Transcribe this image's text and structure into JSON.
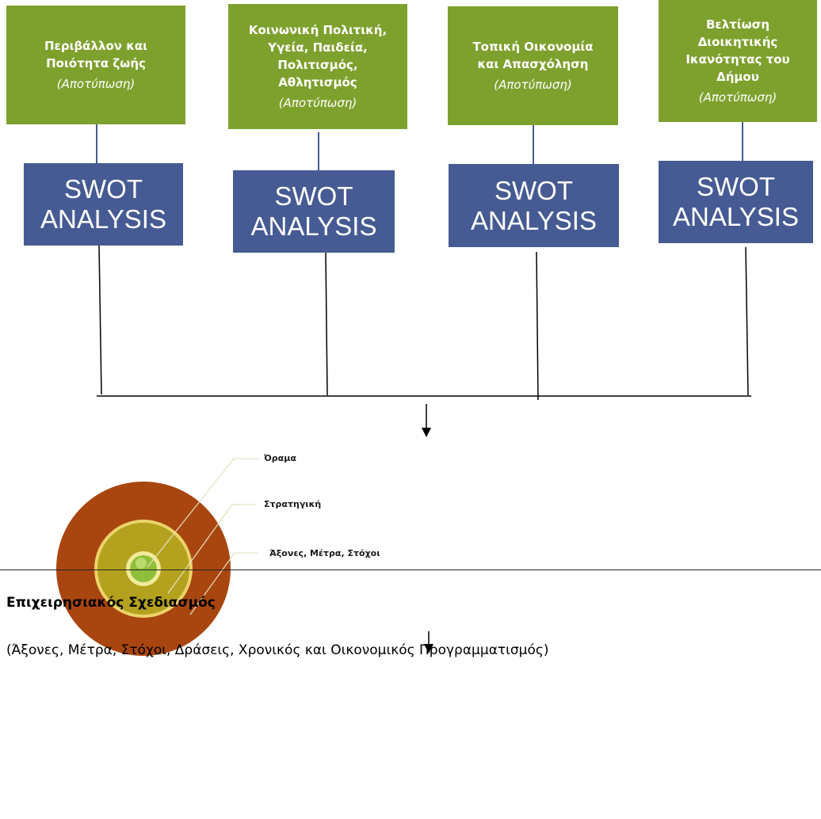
{
  "pillars": [
    {
      "title": "Περιβάλλον και\nΠοιότητα ζωής",
      "subtitle": "(Αποτύπωση)"
    },
    {
      "title": "Κοινωνική  Πολιτική,\nΥγεία, Παιδεία,\nΠολιτισμός,\nΑθλητισμός",
      "subtitle": "(Αποτύπωση)"
    },
    {
      "title": "Τοπική Οικονομία\nκαι Απασχόληση",
      "subtitle": "(Αποτύπωση)"
    },
    {
      "title": "Βελτίωση\nΔιοικητικής\nΙκανότητας του\nΔήμου",
      "subtitle": "(Αποτύπωση)"
    }
  ],
  "swot": {
    "line1": "SWOT",
    "line2": "ANALYSIS"
  },
  "rings": {
    "vision": "Όραμα",
    "strategy": "Στρατηγική",
    "axes": "Άξονες, Μέτρα, Στόχοι"
  },
  "colors": {
    "green": "#7ea12e",
    "navy": "#465b93",
    "outer_ring": "#a9460f",
    "middle_ring": "#b4a21f",
    "core": "#8fbf3a"
  },
  "operational": {
    "title": "Επιχειρησιακός Σχεδιασμός",
    "subtitle": "(Άξονες, Μέτρα, Στόχοι, Δράσεις, Χρονικός και Οικονομικός Προγραμματισμός)"
  }
}
